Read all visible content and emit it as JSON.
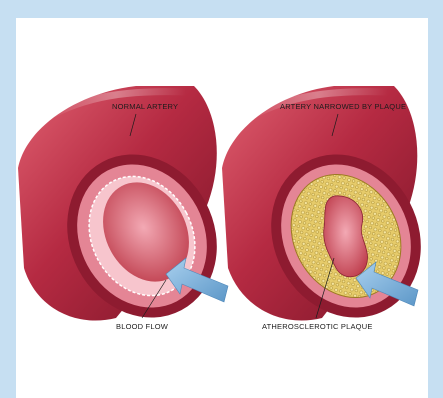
{
  "labels": {
    "normal_artery": "NORMAL ARTERY",
    "narrowed_artery": "ARTERY NARROWED BY PLAQUE",
    "blood_flow": "BLOOD FLOW",
    "plaque": "ATHEROSCLEROTIC PLAQUE"
  },
  "colors": {
    "frame": "#c6dff2",
    "panel": "#ffffff",
    "artery_outer": "#a8243a",
    "artery_inner": "#e98a9a",
    "plaque": "#e8cf76",
    "arrow": "#7fb3d9"
  }
}
